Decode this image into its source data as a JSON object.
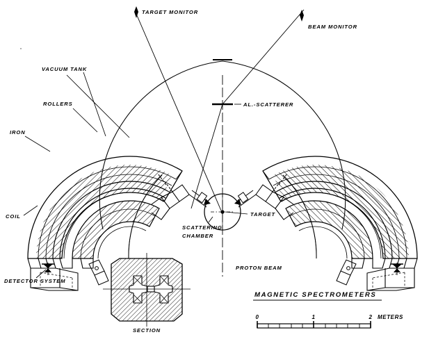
{
  "figure": {
    "title": "MAGNETIC SPECTROMETERS",
    "section_caption": "SECTION"
  },
  "labels": {
    "target_monitor": "TARGET MONITOR",
    "beam_monitor": "BEAM MONITOR",
    "al_scatterer": "AL.-SCATTERER",
    "vacuum_tank": "VACUUM TANK",
    "rollers": "ROLLERS",
    "iron": "IRON",
    "coil": "COIL",
    "detector_system": "DETECTOR SYSTEM",
    "scattering_chamber_line1": "SCATTERING",
    "scattering_chamber_line2": "CHAMBER",
    "target": "TARGET",
    "proton_beam": "PROTON BEAM"
  },
  "scale_bar": {
    "ticks": [
      "0",
      "1",
      "2"
    ],
    "unit": "METERS",
    "min": 0,
    "max": 2,
    "minor_divisions": 10
  },
  "colors": {
    "ink": "#000000",
    "paper": "#ffffff"
  }
}
